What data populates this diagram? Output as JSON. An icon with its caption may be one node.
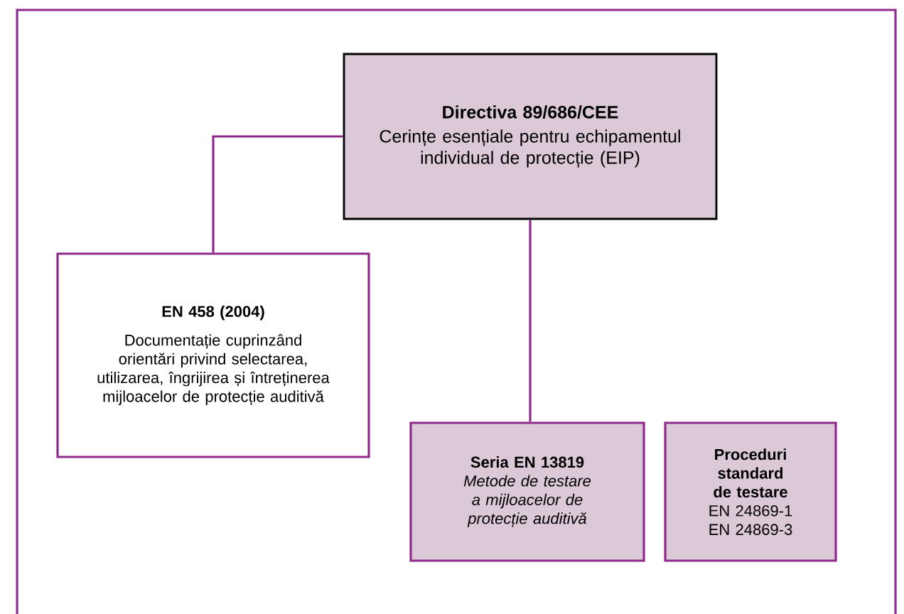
{
  "diagram": {
    "nodes": [
      {
        "text": [
          "Directiva 89/686/CEE",
          "Cerințe esențiale pentru echipamentul individual de protecție (EIP)"
        ]
      },
      {
        "text": [
          "EN 458 (2004)",
          "Documentație cuprinzând orientări privind selectarea, utilizarea, îngrijirea și întreținerea mijloacelor de protecție auditivă"
        ]
      },
      {
        "text": [
          "Seria EN 13819",
          "Metode de testare a mijloacelor de protecție auditivă"
        ]
      },
      {
        "text": [
          "Proceduri standard de testare",
          "EN 24869-1",
          "EN 24869-3"
        ]
      }
    ],
    "edges": [
      {
        "from": 0,
        "to": 1,
        "arrow": "none"
      },
      {
        "from": 0,
        "to": 2,
        "arrow": "none"
      }
    ]
  }
}
